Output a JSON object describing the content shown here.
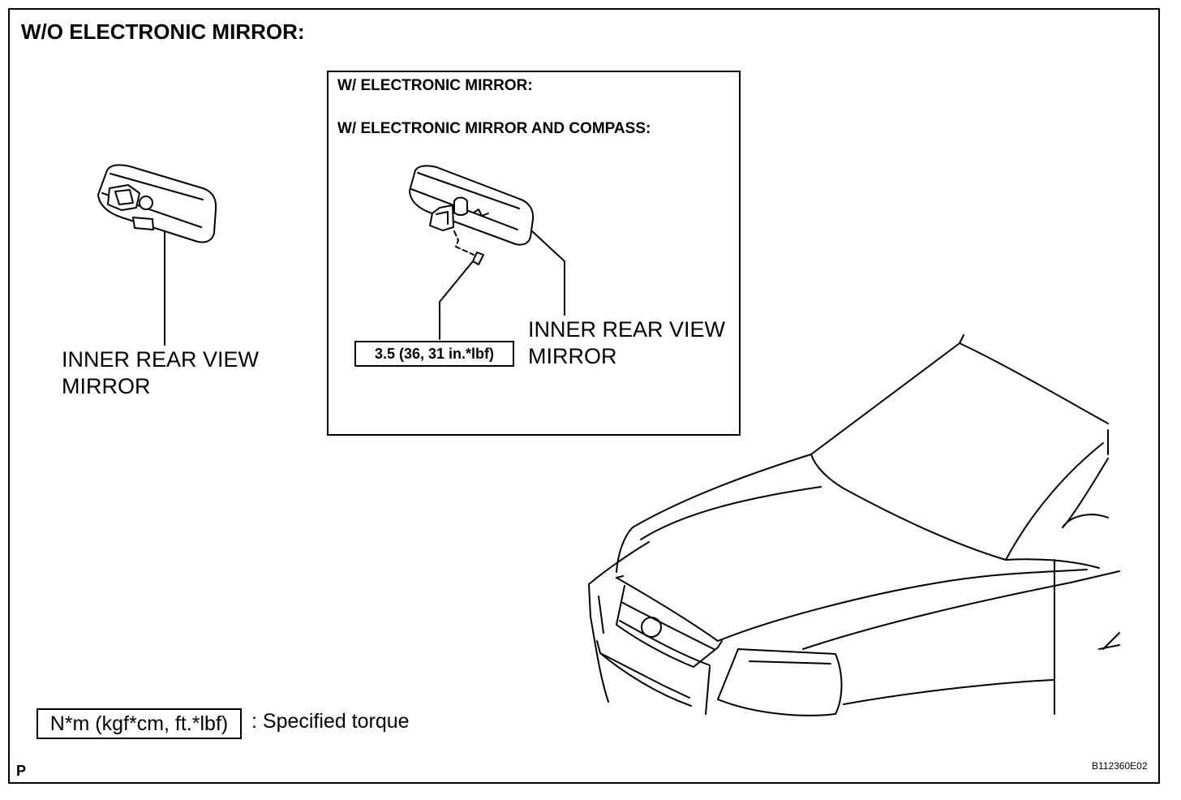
{
  "title": "W/O ELECTRONIC MIRROR:",
  "inset": {
    "line1": "W/ ELECTRONIC MIRROR:",
    "line2": "W/ ELECTRONIC MIRROR AND COMPASS:",
    "torque": "3.5 (36, 31 in.*lbf)",
    "mirror_label": "INNER REAR VIEW MIRROR"
  },
  "left_mirror_label": "INNER REAR VIEW MIRROR",
  "legend": {
    "unit_box": "N*m (kgf*cm, ft.*lbf)",
    "description": ": Specified torque"
  },
  "corner_mark": "P",
  "figure_id": "B112360E02"
}
